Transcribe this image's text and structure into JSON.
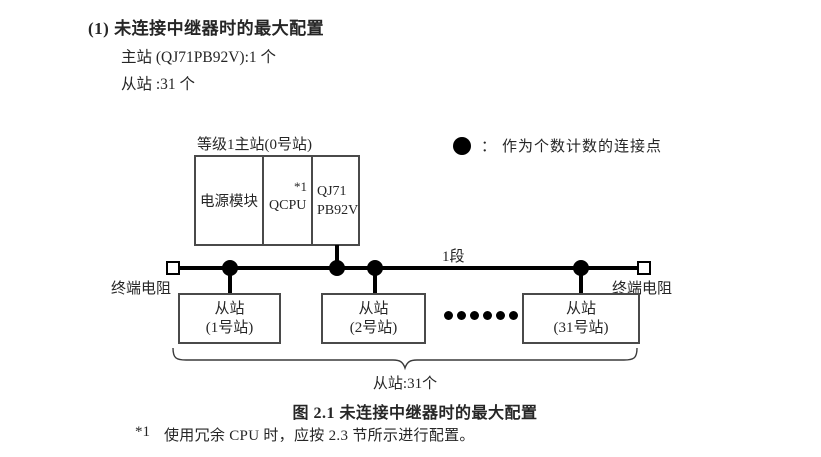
{
  "document": {
    "heading": "(1) 未连接中继器时的最大配置",
    "master_line": "主站 (QJ71PB92V):1 个",
    "slave_line": "从站 :31 个",
    "figure_caption": "图 2.1 未连接中继器时的最大配置",
    "footnote": {
      "marker": "*1",
      "text": "使用冗余 CPU 时，应按 2.3 节所示进行配置。"
    }
  },
  "diagram": {
    "master_station": {
      "label": "等级1主站(0号站)",
      "power_module": "电源模块",
      "cpu": "QCPU",
      "cpu_footnote_ref": "*1",
      "module_line1": "QJ71",
      "module_line2": "PB92V"
    },
    "legend": {
      "separator": "：",
      "text": "作为个数计数的连接点"
    },
    "bus": {
      "segment_label": "1段",
      "terminator_left_label": "终端电阻",
      "terminator_right_label": "终端电阻"
    },
    "slave_stations": [
      {
        "line1": "从站",
        "line2": "(1号站)"
      },
      {
        "line1": "从站",
        "line2": "(2号站)"
      },
      {
        "line1": "从站",
        "line2": "(31号站)"
      }
    ],
    "brace_label": "从站:31个"
  },
  "colors": {
    "background": "#ffffff",
    "text": "#262626",
    "diagram_line": "#000000",
    "box_border": "#4a4a4a"
  }
}
